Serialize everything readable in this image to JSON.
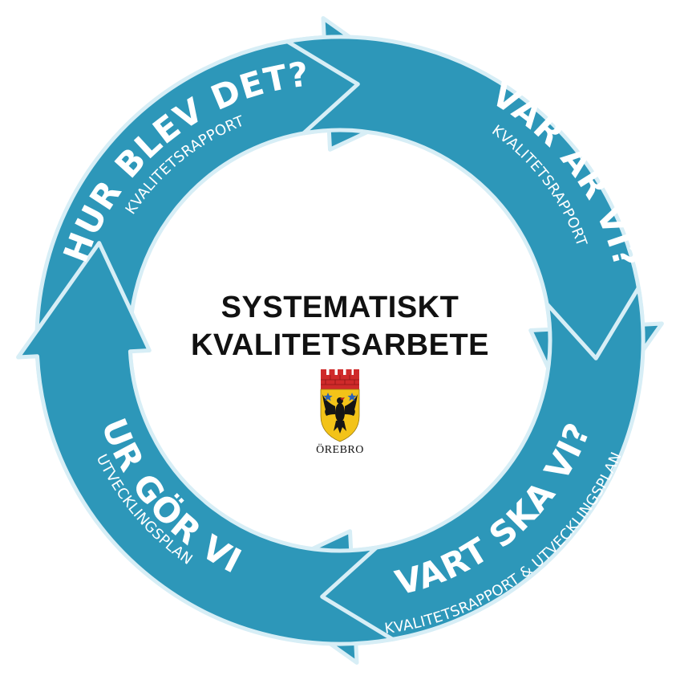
{
  "colors": {
    "arrow_fill": "#2d97b9",
    "arrow_outline": "#d7eef6",
    "shield_field": "#f3c318",
    "wall_red": "#cf2a2a"
  },
  "center": {
    "title_line1": "SYSTEMATISKT",
    "title_line2": "KVALITETSARBETE",
    "logo_label": "ÖREBRO"
  },
  "arrows": [
    {
      "title": "HUR BLEV DET?",
      "subtitle": "KVALITETSRAPPORT",
      "icon": "curved-arrow"
    },
    {
      "title": "VAR ÄR VI?",
      "subtitle": "KVALITETSRAPPORT",
      "icon": "curved-arrow"
    },
    {
      "title": "VART SKA VI?",
      "subtitle": "KVALITETSRAPPORT & UTVECKLINGSPLAN",
      "icon": "curved-arrow"
    },
    {
      "title": "HUR GÖR VI?",
      "subtitle": "UTVECKLINGSPLAN",
      "icon": "curved-arrow"
    }
  ]
}
